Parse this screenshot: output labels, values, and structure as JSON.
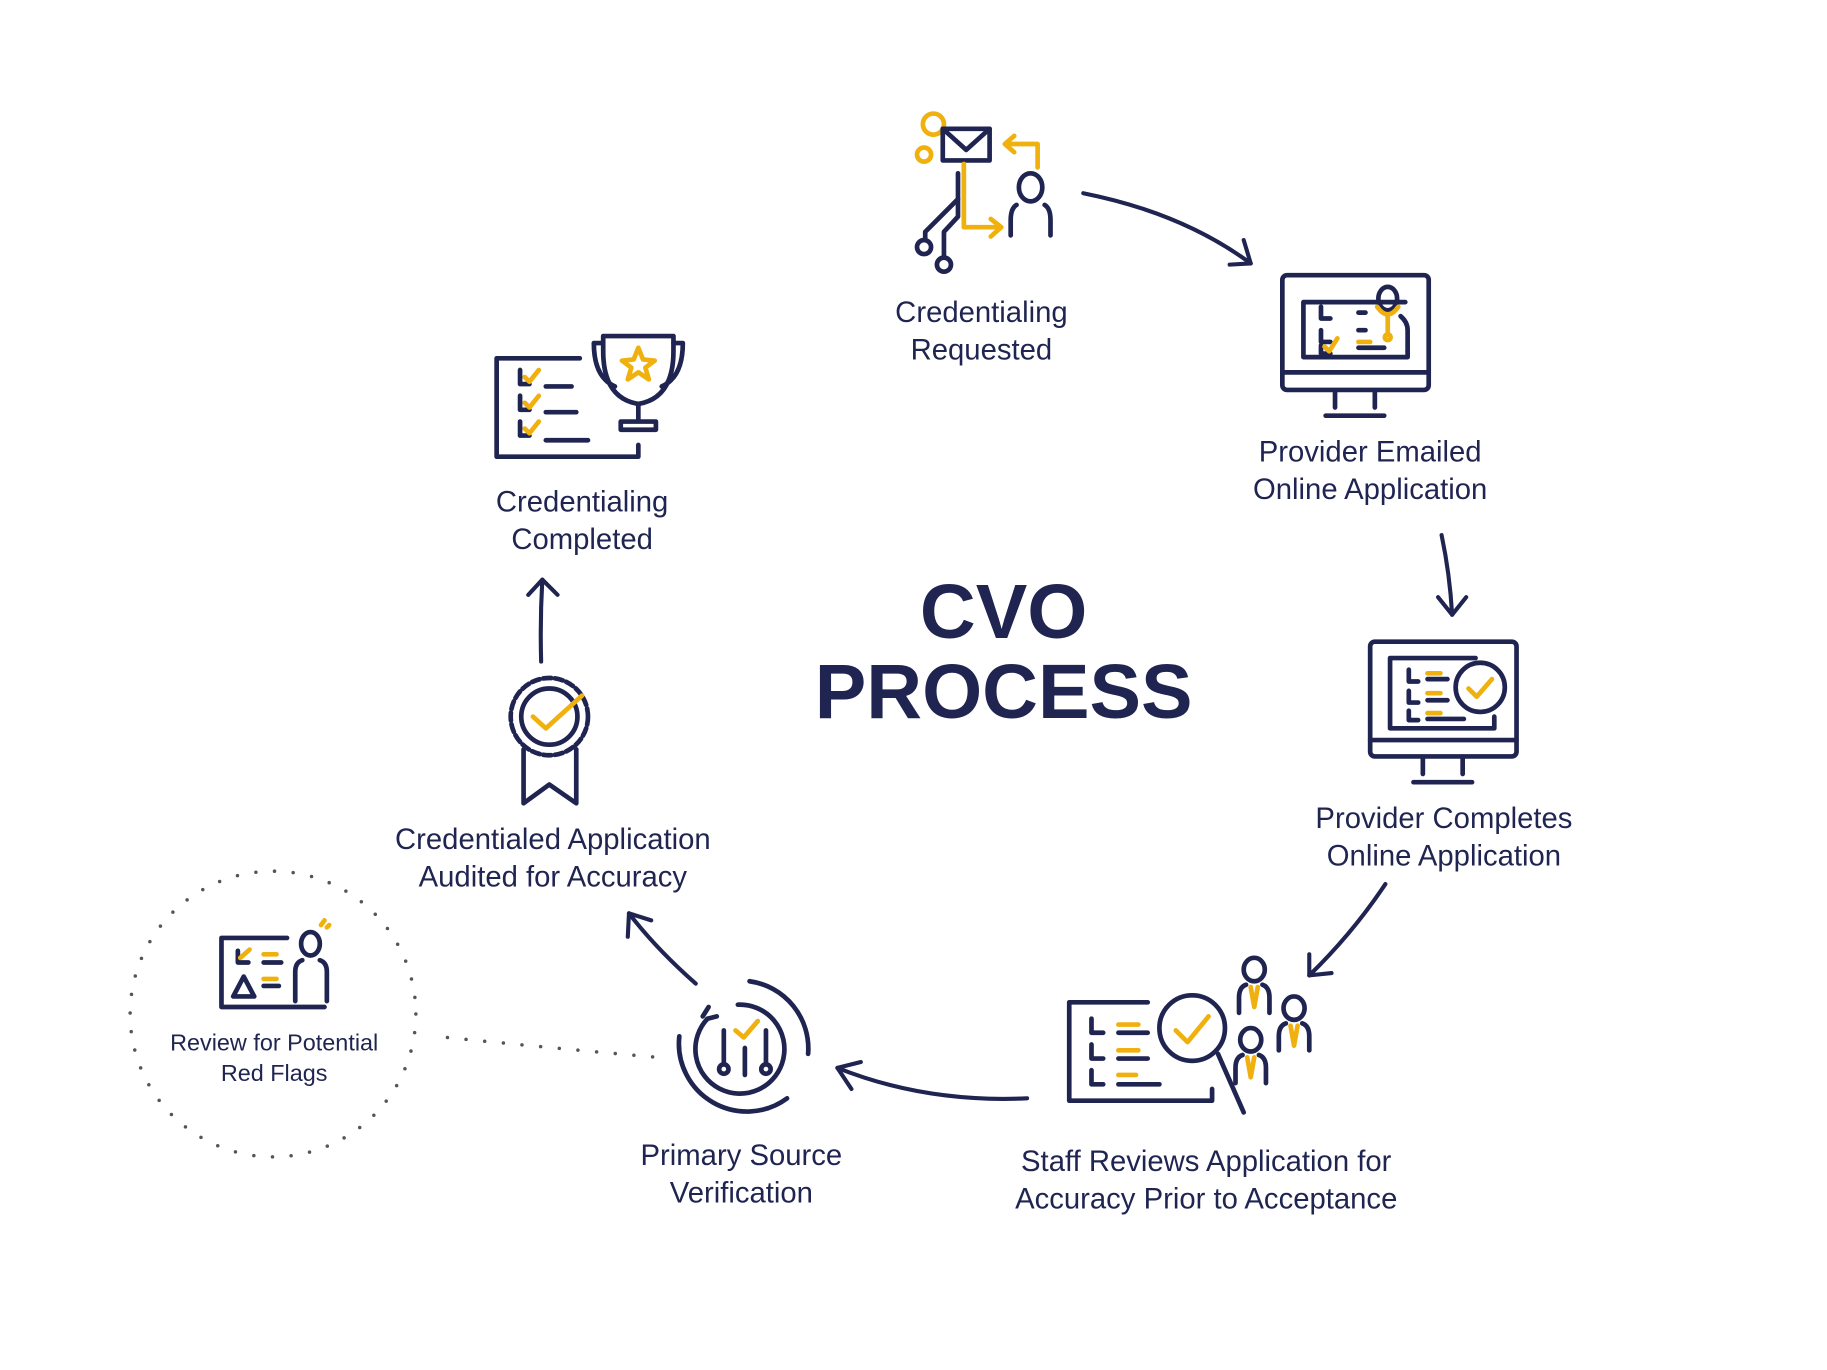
{
  "title": {
    "line1": "CVO",
    "line2": "PROCESS"
  },
  "colors": {
    "navy": "#1f2451",
    "gold": "#f0b10e"
  },
  "steps": [
    {
      "icon": "envelope-gears-person-icon",
      "line1": "Credentialing",
      "line2": "Requested"
    },
    {
      "icon": "monitor-doctor-icon",
      "line1": "Provider Emailed",
      "line2": "Online Application"
    },
    {
      "icon": "monitor-checklist-icon",
      "line1": "Provider Completes",
      "line2": "Online Application"
    },
    {
      "icon": "magnifier-staff-icon",
      "line1": "Staff Reviews Application for",
      "line2": "Accuracy Prior to Acceptance"
    },
    {
      "icon": "verification-dial-icon",
      "line1": "Primary Source",
      "line2": "Verification"
    },
    {
      "icon": "award-ribbon-icon",
      "line1": "Credentialed Application",
      "line2": "Audited for Accuracy"
    },
    {
      "icon": "trophy-checklist-icon",
      "line1": "Credentialing",
      "line2": "Completed"
    }
  ],
  "side_step": {
    "icon": "warning-person-icon",
    "line1": "Review for Potential",
    "line2": "Red Flags"
  }
}
